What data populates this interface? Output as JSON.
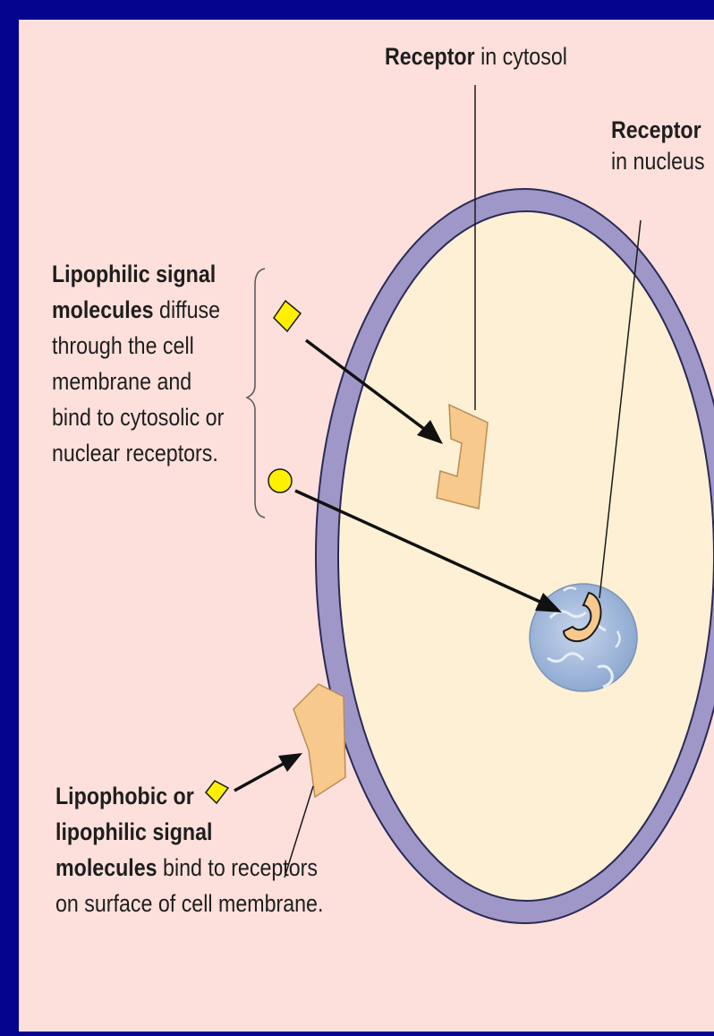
{
  "colors": {
    "frame": "#04048f",
    "panel": "#fde0dc",
    "cytosol": "#fdf0d4",
    "membrane": "#9e97c8",
    "receptor": "#f8c98d",
    "ligand": "#fff000",
    "nucleus": "#9cb4d8"
  },
  "labels": {
    "cytosol_receptor": {
      "bold": "Receptor",
      "text": " in cytosol"
    },
    "nuclear_receptor": {
      "bold": "Receptor",
      "text": "in nucleus"
    },
    "lipophilic": {
      "bold1": "Lipophilic signal",
      "bold2": "molecules",
      "text2": " diffuse",
      "line3": "through the cell",
      "line4": "membrane and",
      "line5": "bind to cytosolic or",
      "line6": "nuclear receptors."
    },
    "surface": {
      "bold1": "Lipophobic or",
      "bold2": "lipophilic signal",
      "bold3": "molecules",
      "text3": " bind to receptors",
      "line4": "on surface of cell membrane."
    }
  },
  "icons": [
    "ligand-square-icon",
    "ligand-circle-icon",
    "ligand-diamond-icon"
  ]
}
